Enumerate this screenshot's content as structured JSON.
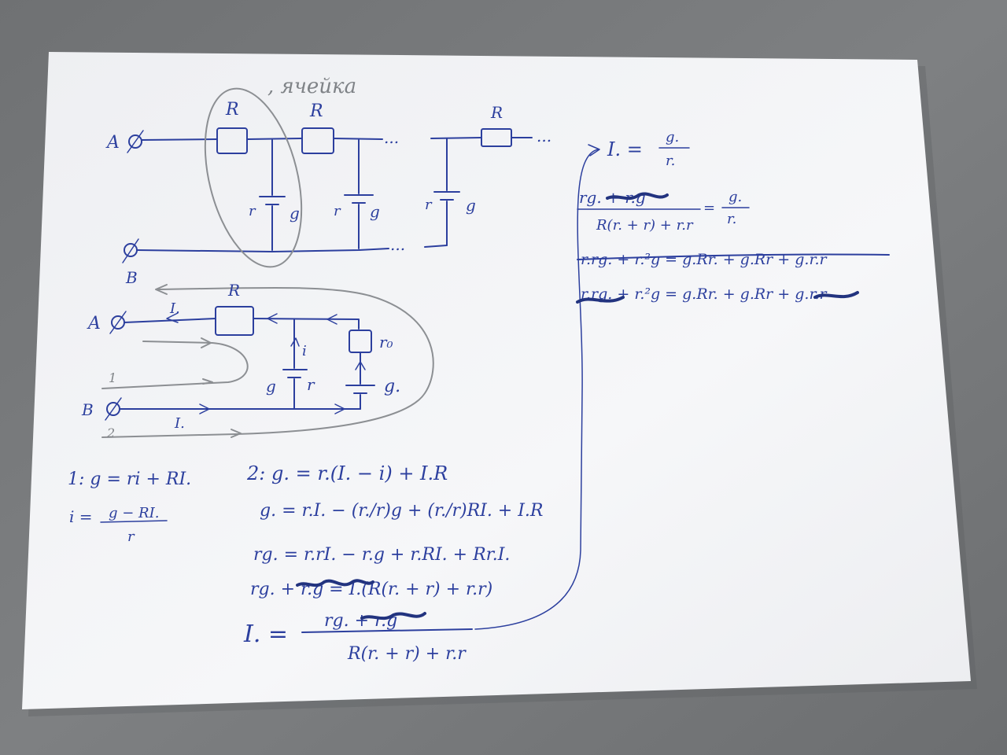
{
  "colors": {
    "desk": "#77797b",
    "paper": "#f4f5f7",
    "ink": "#2c3f9e",
    "pencil": "#8c8f93"
  },
  "top_circuit": {
    "note": ", ячейка",
    "terminal_a": "A",
    "terminal_b": "B",
    "resistor_labels": [
      "R",
      "R",
      "R"
    ],
    "battery_labels": [
      {
        "r": "r",
        "g": "g"
      },
      {
        "r": "r",
        "g": "g"
      },
      {
        "r": "r",
        "g": "g"
      }
    ],
    "ellipsis": "...",
    "ellipsis_bottom": "..."
  },
  "lower_circuit": {
    "terminal_a": "A",
    "terminal_b": "B",
    "resistor_label": "R",
    "current_i0": "I.",
    "current_i0_bottom": "I.",
    "current_i": "i",
    "battery_g": "g",
    "battery_r": "r",
    "r0_label": "r₀",
    "g0_label": "g.",
    "loop_1": "1",
    "loop_2": "2"
  },
  "equations_left": {
    "eq1": "1: g = ri + RI.",
    "eq2_lhs": "i =",
    "eq2_num": "g − RI.",
    "eq2_den": "r"
  },
  "equations_center": {
    "eq1": "2: g. = r.(I. − i) + I.R",
    "eq2": "g. = r.I. − (r./r)g + (r./r)RI. + I.R",
    "eq3": "rg. = r.rI. − r.g + r.RI. + Rr.I.",
    "eq4": "rg. + r.g = I.(R(r. + r) + r.r)",
    "eq5_lhs": "I. =",
    "eq5_num": "rg. + r.g",
    "eq5_den": "R(r. + r) + r.r"
  },
  "equations_right": {
    "eq1_lhs": "I. =",
    "eq1_num": "g.",
    "eq1_den": "r.",
    "eq2_num": "rg. + r.g",
    "eq2_den": "R(r. + r) + r.r",
    "eq2_rhs_num": "g.",
    "eq2_rhs_den": "r.",
    "eq3": "r.rg. + r.²g = g.Rr. + g.Rr + g.r.r",
    "eq4": "r.rg. + r.²g = g.Rr. + g.Rr + g.r.r"
  }
}
